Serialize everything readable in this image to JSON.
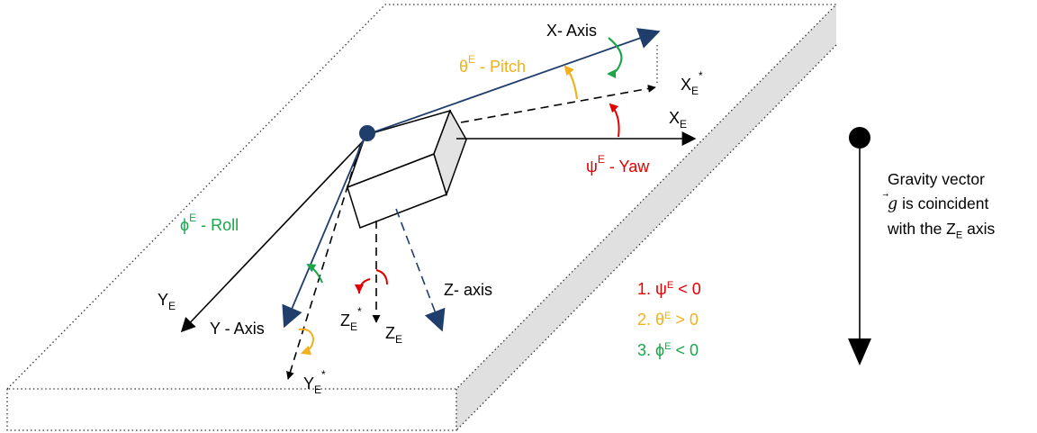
{
  "colors": {
    "black": "#000000",
    "navy": "#1f3e6b",
    "red": "#e00000",
    "orange": "#f2b01e",
    "green": "#1aa54a",
    "ground_edge_fill": "#e0e0e0"
  },
  "labels": {
    "x_axis": "X- Axis",
    "y_axis": "Y - Axis",
    "z_axis": "Z- axis",
    "x_e": "X",
    "y_e": "Y",
    "z_e": "Z",
    "sub_e": "E",
    "sup_star": "*",
    "pitch_greek": "θ",
    "pitch_text": " - Pitch",
    "yaw_greek": "ψ",
    "yaw_text": " - Yaw",
    "roll_greek": "ϕ",
    "roll_text": " - Roll",
    "sup_e": "E"
  },
  "gravity": {
    "line1": "Gravity vector",
    "vec_symbol": "g",
    "line2_rest": " is coincident",
    "line3_pre": "with the Z",
    "line3_sub": "E",
    "line3_post": " axis"
  },
  "conditions": [
    {
      "prefix": "1. ",
      "greek": "ψ",
      "sup": "E",
      "rest": " < 0",
      "color": "#e00000"
    },
    {
      "prefix": "2. ",
      "greek": "θ",
      "sup": "E",
      "rest": " > 0",
      "color": "#f2b01e"
    },
    {
      "prefix": "3. ",
      "greek": "ϕ",
      "sup": "E",
      "rest": " < 0",
      "color": "#1aa54a"
    }
  ]
}
